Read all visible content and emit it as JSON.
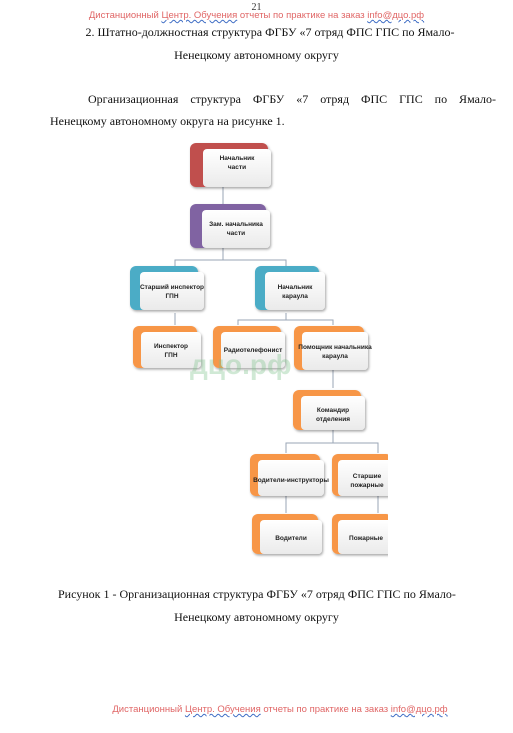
{
  "page_number": "21",
  "watermark": {
    "prefix": "Дистанционный ",
    "underlined1": "Центр. Обучения",
    "middle": " отчеты по практике на заказ  ",
    "underlined2": "info@дцо.рф"
  },
  "section_heading_line1": "2.  Штатно-должностная структура ФГБУ «7 отряд ФПС ГПС по Ямало-",
  "section_heading_line2": "Ненецкому автономному округу",
  "paragraph_line1": "Организационная структура ФГБУ «7 отряд ФПС ГПС по Ямало-",
  "paragraph_line2": "Ненецкому автономному округа на рисунке 1.",
  "figure_caption_line1": "Рисунок 1 - Организационная структура ФГБУ «7 отряд ФПС ГПС по Ямало-",
  "figure_caption_line2": "Ненецкому автономному округу",
  "diagram_watermark": "дцо.рф",
  "org_chart": {
    "chief": "Начальник части",
    "deputy": "Зам. начальника части",
    "senior_inspector": "Старший инспектор ГПН",
    "watch_commander": "Начальник караула",
    "inspector": "Инспектор ГПН",
    "radio_operator": "Радиотелефонист",
    "assistant_watch_commander": "Помощник начальника караула",
    "squad_commander": "Командир отделения",
    "driver_instructors": "Водители-инструкторы",
    "senior_firefighters": "Старшие пожарные",
    "drivers": "Водители",
    "firefighters": "Пожарные"
  },
  "colors": {
    "chief": "#c0504d",
    "deputy": "#8064a2",
    "level2": "#4bacc6",
    "level3": "#f79646",
    "watermark": "#e06666"
  }
}
